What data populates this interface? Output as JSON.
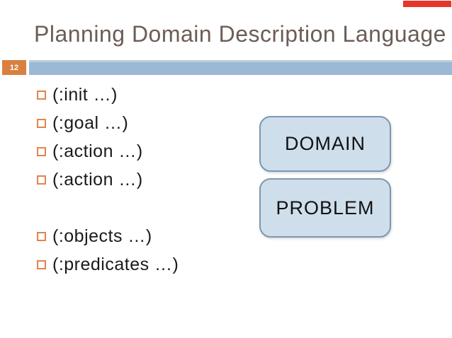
{
  "slide": {
    "title": "Planning Domain Description Language",
    "page_number": "12",
    "bullets": [
      "(:init …)",
      "(:goal …)",
      "(:action …)",
      "(:action …)",
      "(:objects …)",
      "(:predicates …)"
    ],
    "shapes": [
      "DOMAIN",
      "PROBLEM"
    ]
  },
  "colors": {
    "title-text": "#6b5d55",
    "badge-orange": "#d97f40",
    "bullet-orange": "#e0854b",
    "bar-blue": "#9bb9d4",
    "bar-blue-light": "#b9cede",
    "shape-fill": "#cfdeeb",
    "shape-border": "#7d97ae",
    "body-text": "#1a1a1a",
    "indicator-red": "#e8352a"
  }
}
